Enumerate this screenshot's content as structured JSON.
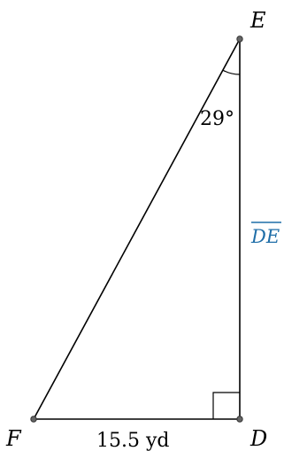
{
  "diagram": {
    "vertices": {
      "E": {
        "label": "E"
      },
      "F": {
        "label": "F"
      },
      "D": {
        "label": "D"
      }
    },
    "angle_E": {
      "label": "29°",
      "degrees": 29
    },
    "side_FD": {
      "label": "15.5 yd"
    },
    "side_DE": {
      "label": "DE",
      "overline": true
    },
    "right_angle_at": "D",
    "colors": {
      "line": "#000000",
      "vertex_dot_fill": "#666666",
      "segment_label": "#1f6ea8"
    }
  }
}
